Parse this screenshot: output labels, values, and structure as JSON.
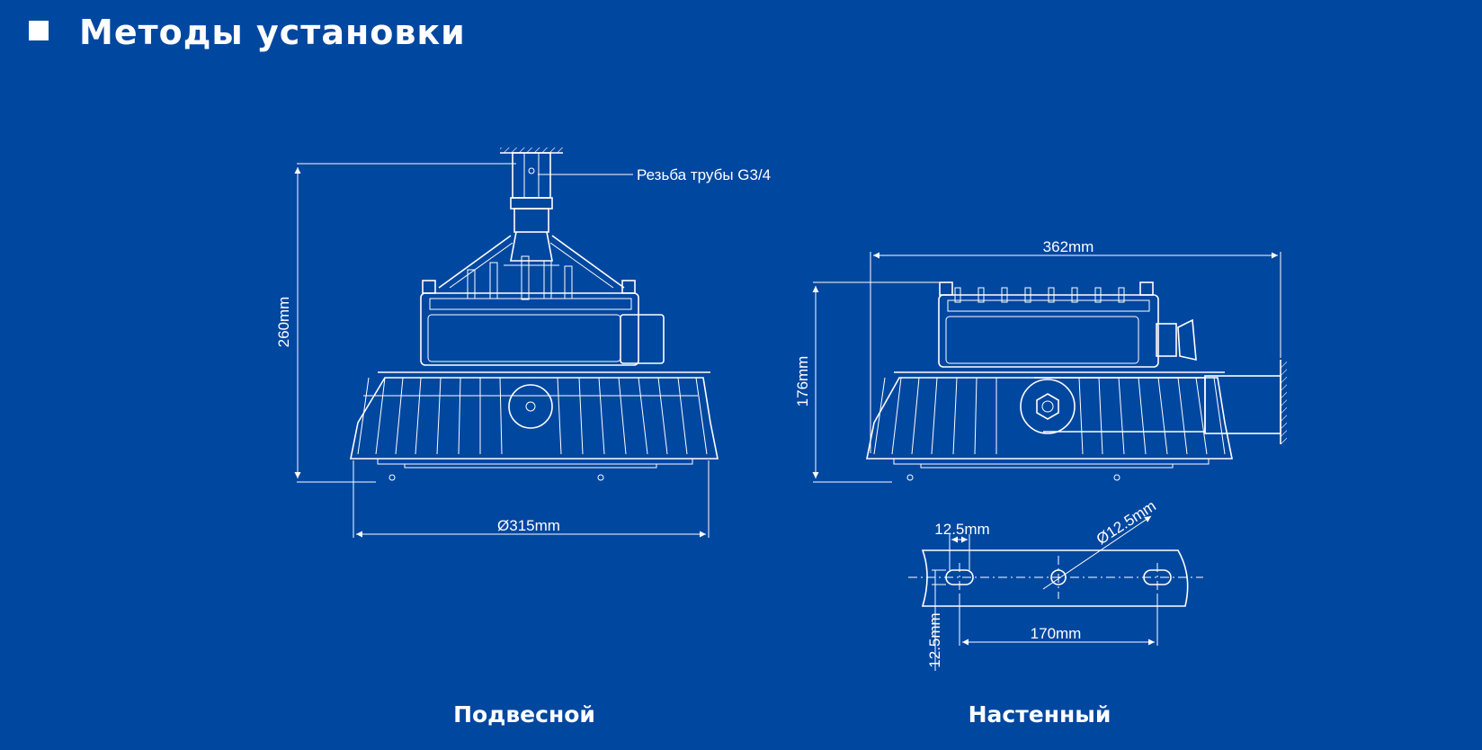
{
  "header": {
    "title": "Методы установки"
  },
  "diagram": {
    "pendant": {
      "caption": "Подвесной",
      "thread_label": "Резьба трубы G3/4",
      "height_label": "260mm",
      "diameter_label": "Ø315mm"
    },
    "wall": {
      "caption": "Настенный",
      "width_label": "362mm",
      "height_label": "176mm"
    },
    "bracket": {
      "slot_width_label": "12.5mm",
      "hole_label": "Ø12.5mm",
      "slot_height_label": "12.5mm",
      "spacing_label": "170mm"
    }
  }
}
